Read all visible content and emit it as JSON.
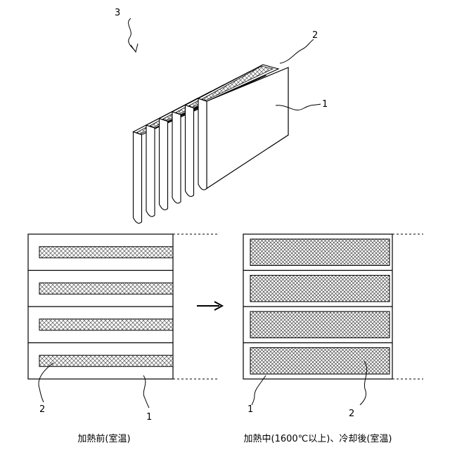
{
  "top_view": {
    "callouts": [
      {
        "id": "callout-3",
        "text": "3"
      },
      {
        "id": "callout-2",
        "text": "2"
      },
      {
        "id": "callout-1",
        "text": "1"
      }
    ]
  },
  "before_panel": {
    "caption": "加熱前(室温)",
    "callout_2": "2",
    "callout_1": "1",
    "row_count": 4
  },
  "after_panel": {
    "caption": "加熱中(1600℃以上)、冷却後(室温)",
    "callout_1": "1",
    "callout_2": "2",
    "row_count": 4
  },
  "arrow_icon": "right-arrow-icon"
}
